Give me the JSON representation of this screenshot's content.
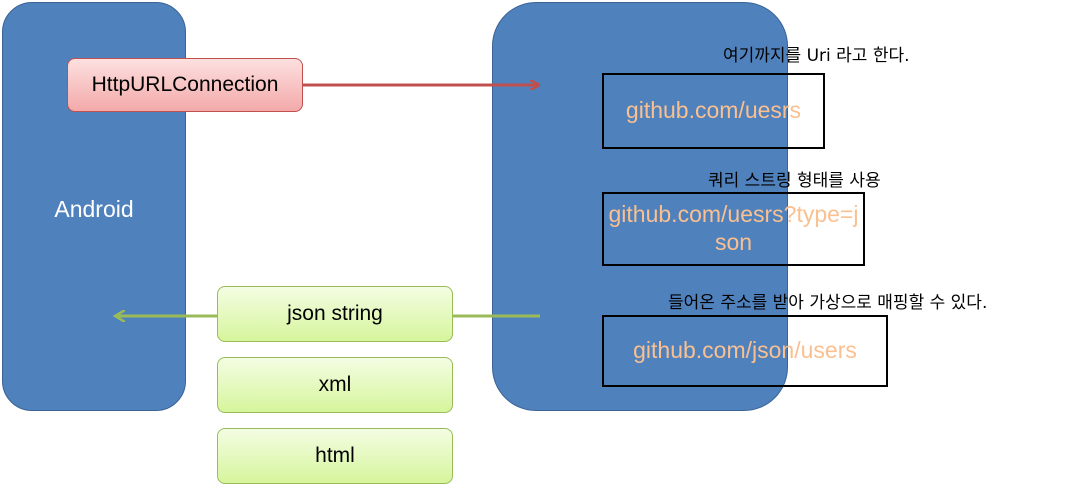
{
  "android": {
    "label": "Android"
  },
  "request": {
    "label": "HttpURLConnection"
  },
  "formats": [
    {
      "label": "json string"
    },
    {
      "label": "xml"
    },
    {
      "label": "html"
    }
  ],
  "urls": [
    {
      "caption": "여기까지를 Uri 라고 한다.",
      "text": "github.com/uesrs"
    },
    {
      "caption": "쿼리 스트링 형태를 사용",
      "text": "github.com/uesrs?type=json"
    },
    {
      "caption": "들어온 주소를 받아 가상으로 매핑할 수 있다.",
      "text": "github.com/json/users"
    }
  ],
  "colors": {
    "panel": "#4f81bd",
    "request_arrow": "#c0504d",
    "response_arrow": "#9bbb59",
    "url_text": "#fac090"
  }
}
